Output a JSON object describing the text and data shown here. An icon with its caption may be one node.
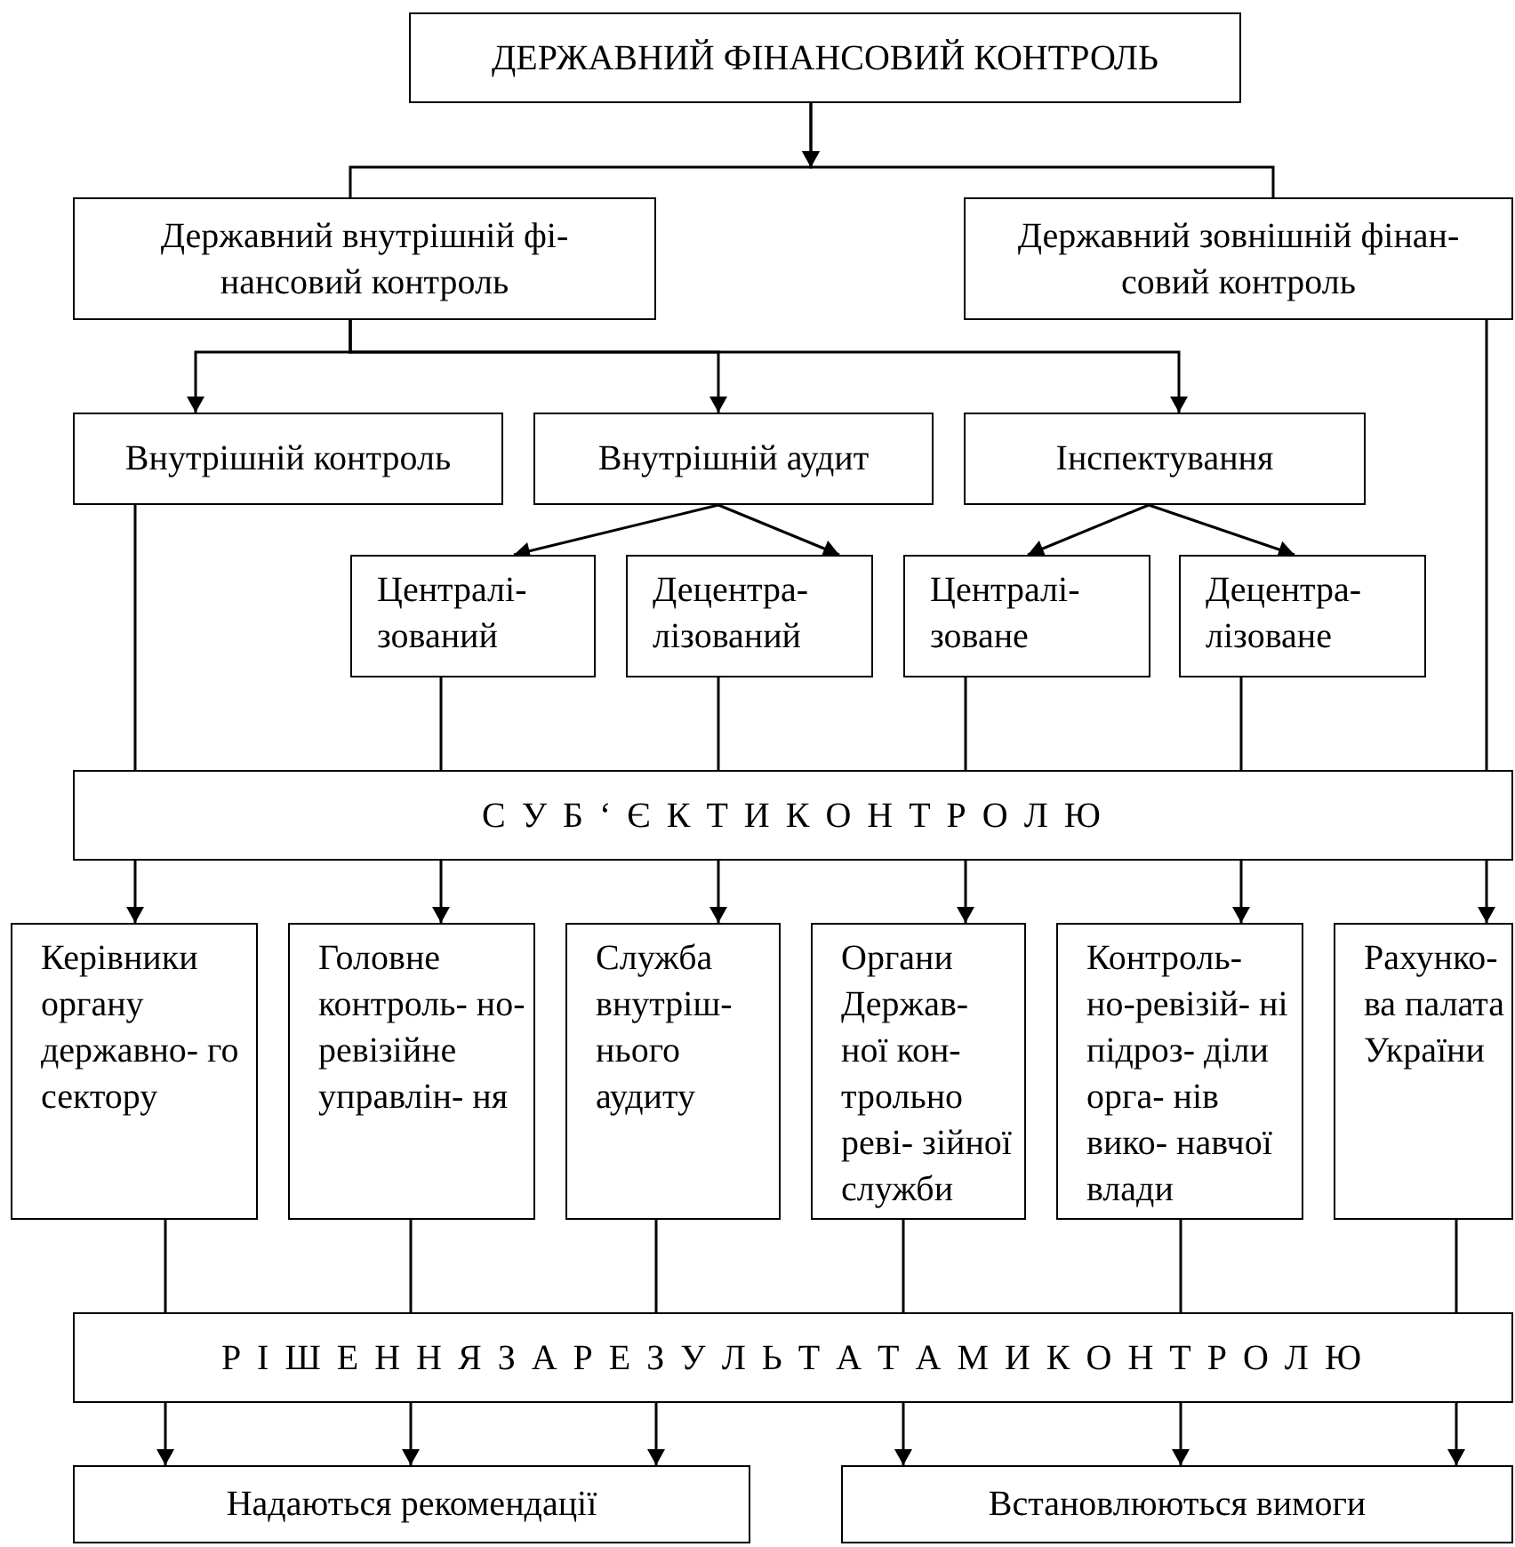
{
  "diagram": {
    "nodes": [
      {
        "text": [
          "ДЕРЖАВНИЙ ФІНАНСОВИЙ КОНТРОЛЬ"
        ]
      },
      {
        "text": [
          "Державний внутрішній фі- нансовий контроль"
        ]
      },
      {
        "text": [
          "Державний зовнішній фінан- совий контроль"
        ]
      },
      {
        "text": [
          "Внутрішній контроль"
        ]
      },
      {
        "text": [
          "Внутрішній аудит"
        ]
      },
      {
        "text": [
          "Інспектування"
        ]
      },
      {
        "text": [
          "Централі- зований"
        ]
      },
      {
        "text": [
          "Децентра- лізований"
        ]
      },
      {
        "text": [
          "Централі- зоване"
        ]
      },
      {
        "text": [
          "Децентра- лізоване"
        ]
      },
      {
        "text": [
          "С У Б ‘ Є К Т И К О Н Т Р О Л Ю"
        ]
      },
      {
        "text": [
          "Керівники органу державно- го сектору"
        ]
      },
      {
        "text": [
          "Головне контроль- но- ревізійне управлін- ня"
        ]
      },
      {
        "text": [
          "Служба внутріш- нього аудиту"
        ]
      },
      {
        "text": [
          "Органи Держав- ної кон- трольно реві- зійної служби"
        ]
      },
      {
        "text": [
          "Контроль- но-ревізій- ні підроз- діли орга- нів вико- навчої влади"
        ]
      },
      {
        "text": [
          "Рахунко- ва палата України"
        ]
      },
      {
        "text": [
          "Р І Ш Е Н Н Я З А Р Е З У Л Ь Т А Т А М И К О Н Т Р О Л Ю"
        ]
      },
      {
        "text": [
          "Надаються рекомендації"
        ]
      },
      {
        "text": [
          "Встановлюються вимоги"
        ]
      }
    ],
    "edges": [
      {
        "from": 0,
        "to": 1,
        "arrow": "to"
      },
      {
        "from": 0,
        "to": 2,
        "arrow": "to"
      },
      {
        "from": 1,
        "to": 3,
        "arrow": "to"
      },
      {
        "from": 1,
        "to": 4,
        "arrow": "to"
      },
      {
        "from": 1,
        "to": 5,
        "arrow": "to"
      },
      {
        "from": 4,
        "to": 6,
        "arrow": "to"
      },
      {
        "from": 4,
        "to": 7,
        "arrow": "to"
      },
      {
        "from": 5,
        "to": 8,
        "arrow": "to"
      },
      {
        "from": 5,
        "to": 9,
        "arrow": "to"
      },
      {
        "from": 3,
        "to": 10,
        "arrow": "none"
      },
      {
        "from": 6,
        "to": 10,
        "arrow": "none"
      },
      {
        "from": 7,
        "to": 10,
        "arrow": "none"
      },
      {
        "from": 8,
        "to": 10,
        "arrow": "none"
      },
      {
        "from": 9,
        "to": 10,
        "arrow": "none"
      },
      {
        "from": 2,
        "to": 10,
        "arrow": "none"
      },
      {
        "from": 10,
        "to": 11,
        "arrow": "to"
      },
      {
        "from": 10,
        "to": 12,
        "arrow": "to"
      },
      {
        "from": 10,
        "to": 13,
        "arrow": "to"
      },
      {
        "from": 10,
        "to": 14,
        "arrow": "to"
      },
      {
        "from": 10,
        "to": 15,
        "arrow": "to"
      },
      {
        "from": 10,
        "to": 16,
        "arrow": "to"
      },
      {
        "from": 11,
        "to": 17,
        "arrow": "none"
      },
      {
        "from": 12,
        "to": 17,
        "arrow": "none"
      },
      {
        "from": 13,
        "to": 17,
        "arrow": "none"
      },
      {
        "from": 14,
        "to": 17,
        "arrow": "none"
      },
      {
        "from": 15,
        "to": 17,
        "arrow": "none"
      },
      {
        "from": 16,
        "to": 17,
        "arrow": "none"
      },
      {
        "from": 17,
        "to": 18,
        "arrow": "to"
      },
      {
        "from": 17,
        "to": 18,
        "arrow": "to"
      },
      {
        "from": 17,
        "to": 18,
        "arrow": "to"
      },
      {
        "from": 17,
        "to": 19,
        "arrow": "to"
      },
      {
        "from": 17,
        "to": 19,
        "arrow": "to"
      },
      {
        "from": 17,
        "to": 19,
        "arrow": "to"
      }
    ]
  }
}
